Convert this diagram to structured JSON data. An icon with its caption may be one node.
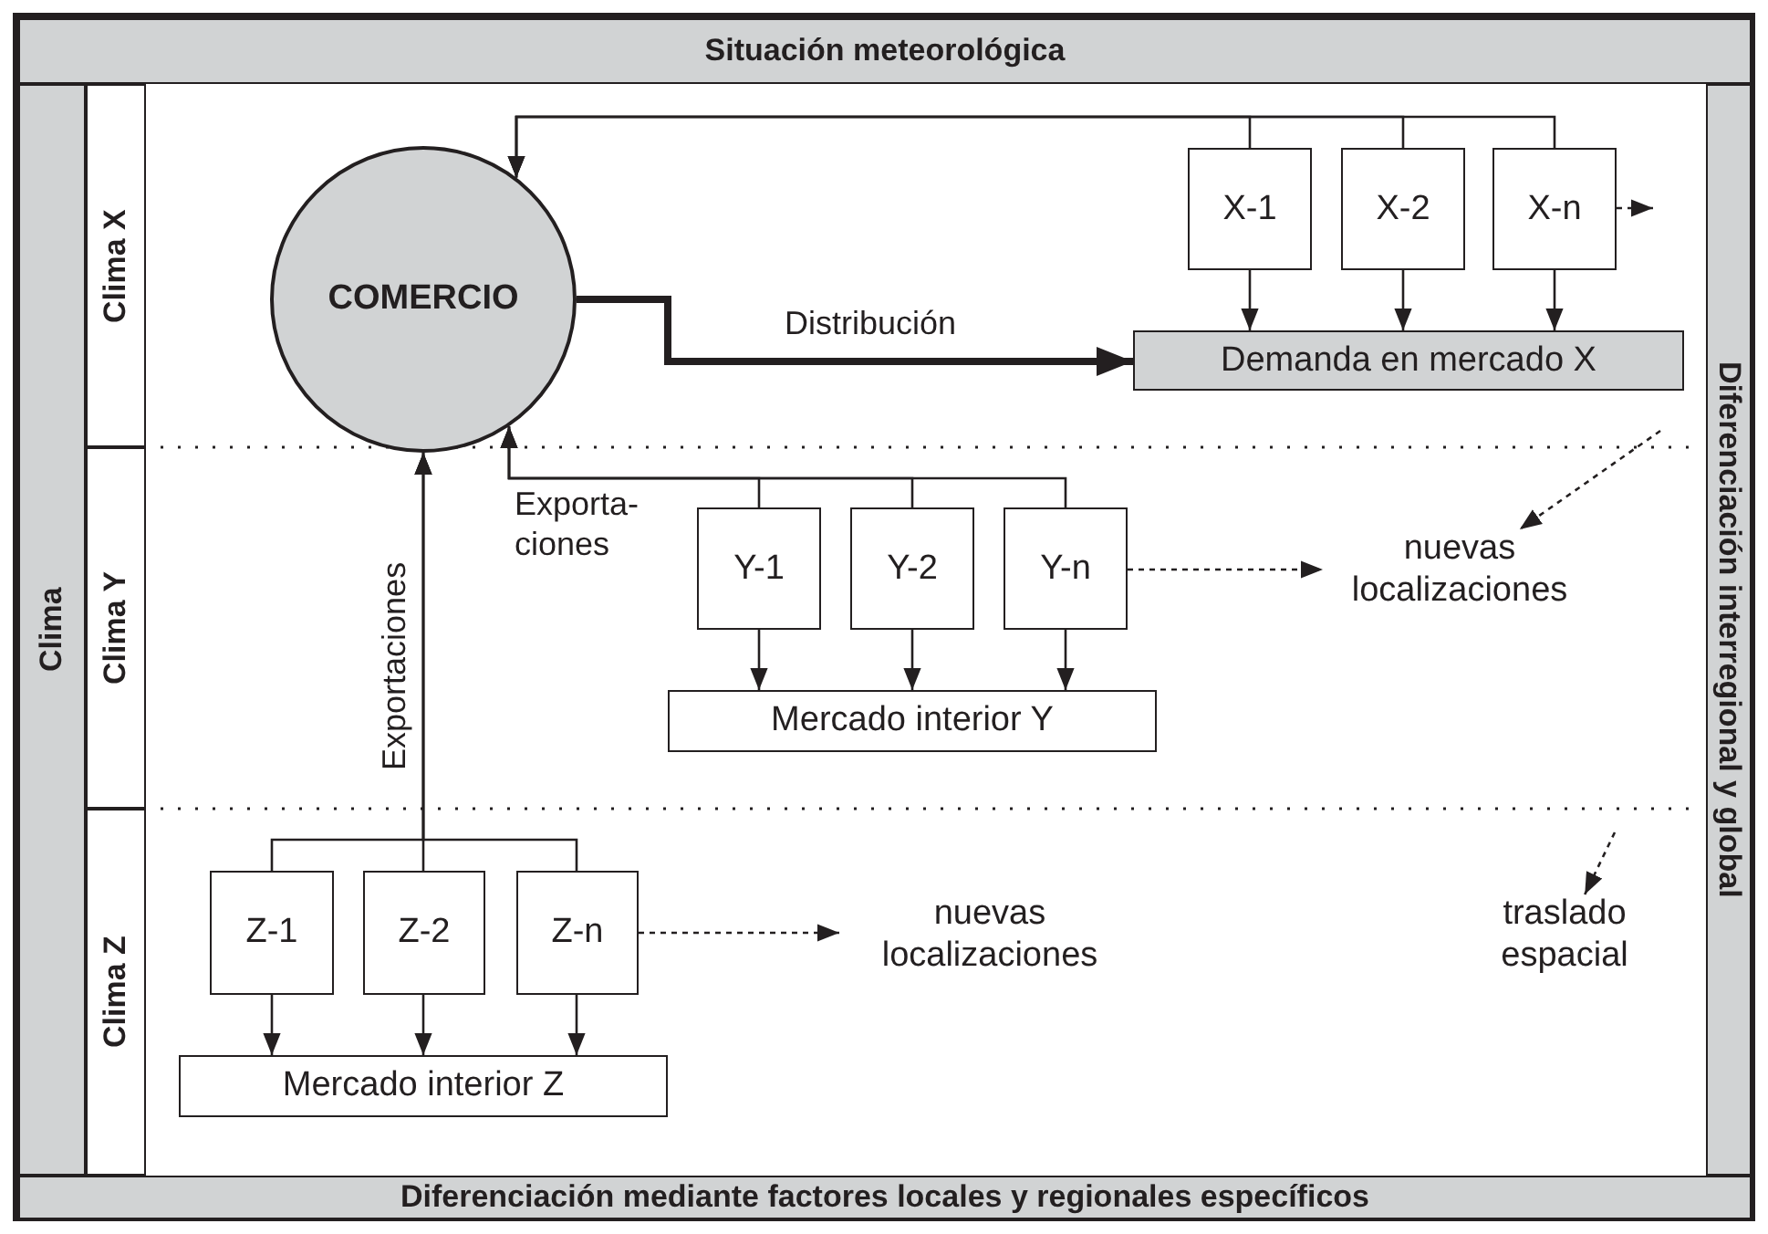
{
  "diagram": {
    "nodes": [
      {
        "text": [
          "Situación meteorológica"
        ]
      },
      {
        "text": [
          "Clima"
        ]
      },
      {
        "text": [
          "Clima X"
        ]
      },
      {
        "text": [
          "COMERCIO"
        ]
      },
      {
        "text": [
          "X-1"
        ]
      },
      {
        "text": [
          "X-2"
        ]
      },
      {
        "text": [
          "X-n"
        ]
      },
      {
        "text": [
          "Demanda en mercado X"
        ]
      },
      {
        "text": [
          "Clima Y"
        ]
      },
      {
        "text": [
          "Y-1"
        ]
      },
      {
        "text": [
          "Y-2"
        ]
      },
      {
        "text": [
          "Y-n"
        ]
      },
      {
        "text": [
          "nuevas localizaciones"
        ]
      },
      {
        "text": [
          "Mercado interior Y"
        ]
      },
      {
        "text": [
          "Clima Z"
        ]
      },
      {
        "text": [
          "Z-1"
        ]
      },
      {
        "text": [
          "Z-2"
        ]
      },
      {
        "text": [
          "Z-n"
        ]
      },
      {
        "text": [
          "nuevas localizaciones"
        ]
      },
      {
        "text": [
          "traslado espacial"
        ]
      },
      {
        "text": [
          "Mercado interior Z"
        ]
      },
      {
        "text": [
          "Diferenciación interregional y global"
        ]
      },
      {
        "text": [
          "Diferenciación mediante factores locales y regionales específicos"
        ]
      }
    ],
    "edges": [
      {
        "from": 4,
        "to": 3,
        "arrow": "to"
      },
      {
        "from": 5,
        "to": 3,
        "arrow": "to"
      },
      {
        "from": 6,
        "to": 3,
        "arrow": "to"
      },
      {
        "from": 4,
        "to": 7,
        "arrow": "to"
      },
      {
        "from": 5,
        "to": 7,
        "arrow": "to"
      },
      {
        "from": 6,
        "to": 7,
        "arrow": "to"
      },
      {
        "from": 3,
        "to": 7,
        "arrow": "to",
        "label": "Distribución",
        "style": "thick"
      },
      {
        "from": 6,
        "to": null,
        "arrow": "to",
        "style": "dashed"
      },
      {
        "from": 9,
        "to": 3,
        "arrow": "to",
        "label": "Exporta- ciones"
      },
      {
        "from": 10,
        "to": 3,
        "arrow": "to"
      },
      {
        "from": 11,
        "to": 3,
        "arrow": "to"
      },
      {
        "from": 9,
        "to": 13,
        "arrow": "to"
      },
      {
        "from": 10,
        "to": 13,
        "arrow": "to"
      },
      {
        "from": 11,
        "to": 13,
        "arrow": "to"
      },
      {
        "from": 11,
        "to": 12,
        "arrow": "to",
        "style": "dashed"
      },
      {
        "from": null,
        "to": 12,
        "arrow": "to",
        "style": "dashed"
      },
      {
        "from": 15,
        "to": 3,
        "arrow": "to"
      },
      {
        "from": 16,
        "to": 3,
        "arrow": "to",
        "label": "Exportaciones"
      },
      {
        "from": 17,
        "to": 3,
        "arrow": "to"
      },
      {
        "from": 15,
        "to": 20,
        "arrow": "to"
      },
      {
        "from": 16,
        "to": 20,
        "arrow": "to"
      },
      {
        "from": 17,
        "to": 20,
        "arrow": "to"
      },
      {
        "from": 17,
        "to": 18,
        "arrow": "to",
        "style": "dashed"
      },
      {
        "from": null,
        "to": 19,
        "arrow": "to",
        "style": "dashed"
      }
    ]
  }
}
